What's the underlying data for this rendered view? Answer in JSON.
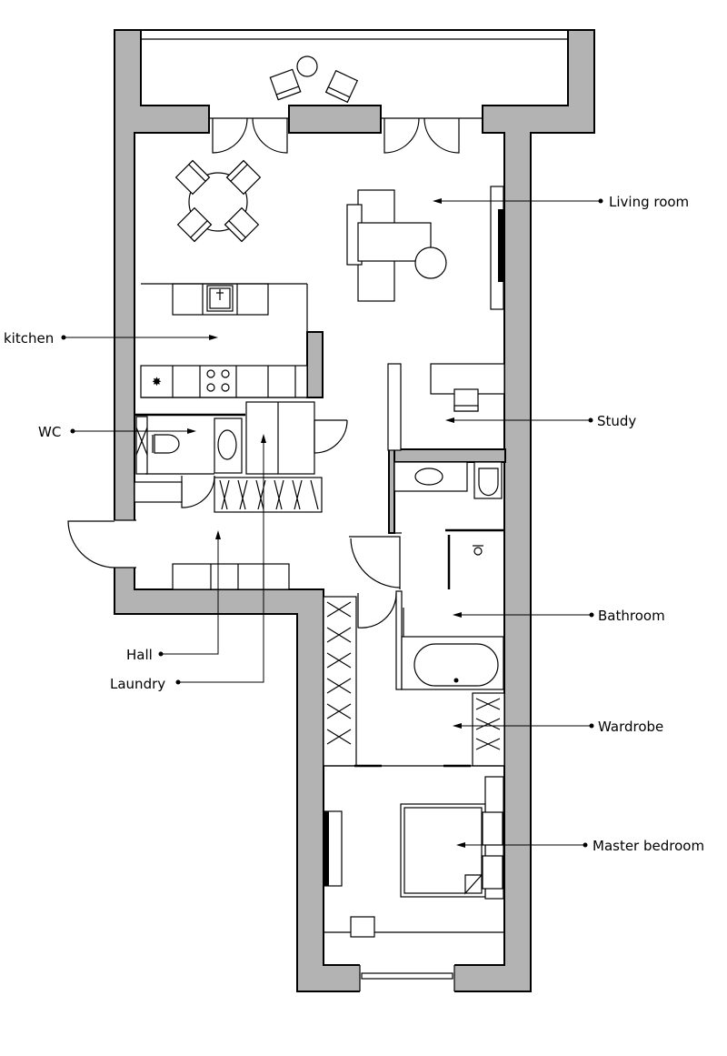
{
  "labels": {
    "living_room": "Living room",
    "kitchen": "kitchen",
    "wc": "WC",
    "study": "Study",
    "bathroom": "Bathroom",
    "hall": "Hall",
    "laundry": "Laundry",
    "wardrobe": "Wardrobe",
    "master_bedroom": "Master bedroom"
  },
  "colors": {
    "wall_fill": "#b3b3b3",
    "line": "#000000",
    "background": "#ffffff"
  }
}
